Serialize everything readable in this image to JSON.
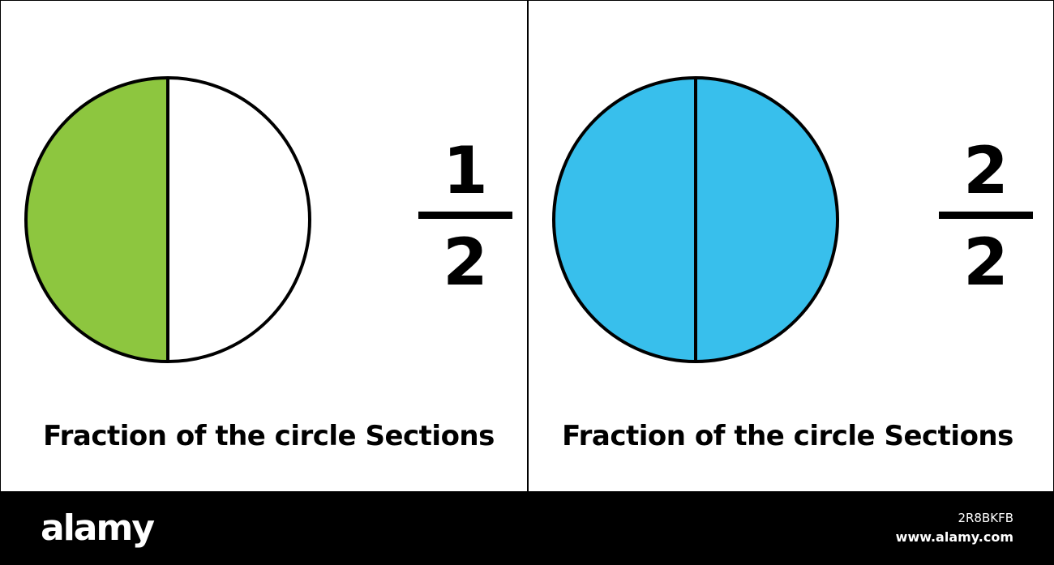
{
  "colors": {
    "green_fill": "#8dc63f",
    "blue_fill": "#38bfec",
    "outline": "#000000",
    "background": "#ffffff"
  },
  "panels": [
    {
      "fraction": {
        "numerator": "1",
        "denominator": "2"
      },
      "shaded_parts": 1,
      "total_parts": 2,
      "fill_color": "#8dc63f",
      "caption": "Fraction of the circle Sections"
    },
    {
      "fraction": {
        "numerator": "2",
        "denominator": "2"
      },
      "shaded_parts": 2,
      "total_parts": 2,
      "fill_color": "#38bfec",
      "caption": "Fraction of the circle Sections"
    }
  ],
  "watermark": {
    "logo": "alamy",
    "image_id": "2R8BKFB",
    "site": "www.alamy.com"
  }
}
